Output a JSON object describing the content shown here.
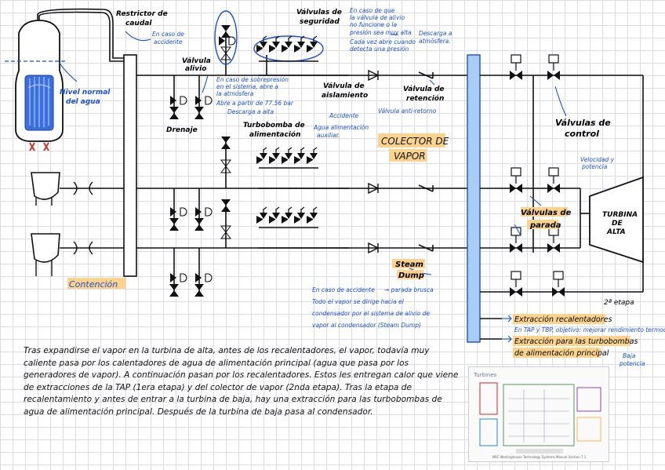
{
  "labels": {
    "restrictor": [
      "Restrictor de",
      "caudal"
    ],
    "en_caso_accidente": [
      "En caso de",
      "accidente"
    ],
    "valvulas_seguridad": [
      "Válvulas de",
      "seguridad"
    ],
    "seg_note": [
      "En caso de que",
      "la válvula de alivio",
      "no funcione o la",
      "presión sea muy alta",
      "Cada vez abre cuando",
      "detecta una presión"
    ],
    "descarga_atm": [
      "Descarga a",
      "atmósfera."
    ],
    "valvula_alivio": [
      "Válvula",
      "alivio"
    ],
    "alivio_note": [
      "En caso de sobrepresión",
      "en el sistema, abre a",
      "la atmósfera",
      "Abre a partir de 77.56 bar",
      "Descarga a alta"
    ],
    "valvula_aislamiento": [
      "Válvula de",
      "aislamiento"
    ],
    "accidente": "Accidente",
    "valvula_retencion": [
      "Válvula de",
      "retención"
    ],
    "anti_retorno": "Válvula anti-retorno",
    "nivel_normal": [
      "Nivel normal",
      "del agua"
    ],
    "drenaje": "Drenaje",
    "turbobomba": [
      "Turbobomba de",
      "alimentación"
    ],
    "agua_auxiliar": [
      "Agua alimentación",
      "auxiliar."
    ],
    "colector": [
      "COLECTOR DE",
      "VAPOR"
    ],
    "valvulas_control": [
      "Válvulas de",
      "control"
    ],
    "velocidad": [
      "Velocidad y",
      "potencia"
    ],
    "valvulas_parada": [
      "Válvulas de",
      "parada"
    ],
    "turbina": [
      "TURBINA",
      "DE",
      "ALTA"
    ],
    "contencion": "Contención",
    "steam_dump": [
      "Steam",
      "Dump"
    ],
    "dump_note": [
      "En caso de accidente",
      "→ parada brusca",
      "Todo el vapor se dirige hacia el",
      "condensador por el sistema de alivio de",
      "vapor al condensador (Steam Dump)"
    ],
    "segunda_etapa": "2ª etapa",
    "extraccion_recalentadores": "Extracción recalentadores",
    "tap_tbp": "En TAP y TBP, objetivo: mejorar rendimiento termodinámico",
    "extraccion_turbobombas": [
      "Extracción para las turbobombas",
      "de alimentación principal"
    ],
    "baja_potencia": [
      "Baja",
      "potencia"
    ]
  },
  "paragraph": "Tras expandirse el vapor en la turbina de alta, antes de los recalentadores, el vapor, todavía muy caliente pasa por los calentadores de agua de alimentación principal (agua que pasa por los generadores de vapor). A continuación pasan por los recalentadores. Estos les entregan calor que viene de extracciones de la TAP (1era etapa) y del colector de vapor (2nda etapa). Tras la etapa de recalentamiento y antes de entrar a la turbina de baja, hay una extracción para las turbobombas de agua de alimentación principal. Después de la turbina de baja pasa al condensador.",
  "thumbnail": {
    "title": "Turbines",
    "caption": "NRC Westinghouse Technology Systems Manual  Section 7.1"
  },
  "colors": {
    "ink": "#111111",
    "blue_ink": "#1a4fd6",
    "highlight": "#fbd38d",
    "collector_blue": "#a9cdf5",
    "grid": "#d9dde3"
  }
}
